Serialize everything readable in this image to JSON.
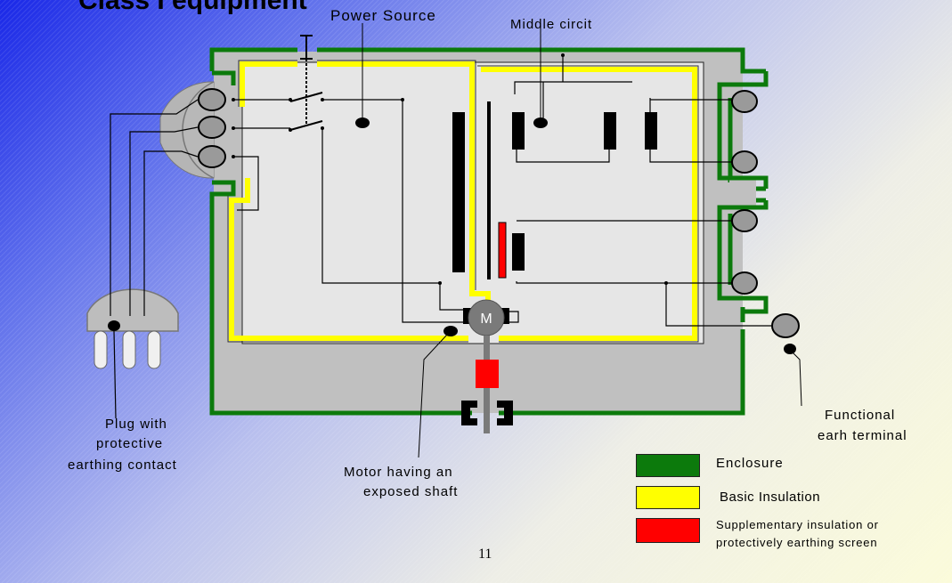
{
  "slide": {
    "title": "Class I equipment",
    "page_number": "11"
  },
  "labels": {
    "power_source": "Power Source",
    "middle_circuit": "Middle circit",
    "plug_line1": "Plug with",
    "plug_line2": "protective",
    "plug_line3": "earthing contact",
    "motor_line1": "Motor having an",
    "motor_line2": "exposed shaft",
    "functional_line1": "Functional",
    "functional_line2": "earh terminal",
    "motor_symbol": "M"
  },
  "legend": [
    {
      "label": "Enclosure",
      "color": "#0c7a0c"
    },
    {
      "label": "Basic Insulation",
      "color": "#ffff00"
    },
    {
      "label_line1": "Supplementary insulation or",
      "label_line2": "protectively earthing screen",
      "color": "#ff0000"
    }
  ],
  "colors": {
    "enclosure": "#0c7a0c",
    "basic_insulation": "#ffff00",
    "supplementary": "#ff0000",
    "enclosure_fill": "#c0c0c0",
    "inner_fill": "#e6e6e6",
    "component": "#000000",
    "terminal_fill": "#9a9a9a"
  }
}
